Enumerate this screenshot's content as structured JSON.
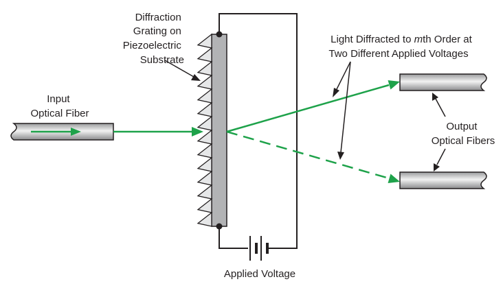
{
  "labels": {
    "grating_line1": "Diffraction",
    "grating_line2": "Grating on",
    "grating_line3": "Piezoelectric",
    "grating_line4": "Substrate",
    "input_line1": "Input",
    "input_line2": "Optical Fiber",
    "light_line1_pre": "Light Diffracted to ",
    "light_line1_italic": "m",
    "light_line1_post": "th Order at",
    "light_line2": "Two Different Applied Voltages",
    "output_line1": "Output",
    "output_line2": "Optical Fibers",
    "voltage": "Applied Voltage"
  },
  "colors": {
    "beam": "#1ea24a",
    "substrate": "#b2b3b5",
    "fiber": "#e6e7e8",
    "line": "#231f20"
  }
}
